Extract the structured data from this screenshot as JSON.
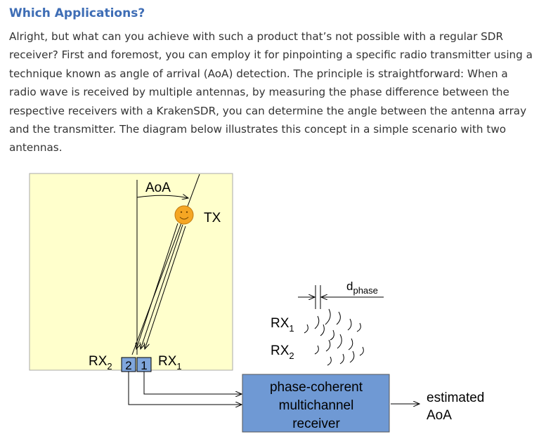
{
  "article": {
    "heading": "Which Applications?",
    "paragraph": "Alright, but what can you achieve with such a product that’s not possible with a regular SDR receiver? First and foremost, you can employ it for pinpointing a specific radio transmitter using a technique known as angle of arrival (AoA) detection. The principle is straightforward: When a radio wave is received by multiple antennas, by measuring the phase difference between the respective receivers with a KrakenSDR, you can determine the angle between the antenna array and the transmitter. The diagram below illustrates this concept in a simple scenario with two antennas."
  },
  "diagram": {
    "aoa_label": "AoA",
    "tx_label": "TX",
    "rx2_main": "RX",
    "rx2_sub": "2",
    "rx1_main": "RX",
    "rx1_sub": "1",
    "antenna_2_number": "2",
    "antenna_1_number": "1",
    "wave_rx1_main": "RX",
    "wave_rx1_sub": "1",
    "wave_rx2_main": "RX",
    "wave_rx2_sub": "2",
    "d_phase_main": "d",
    "d_phase_sub": "phase",
    "receiver_lines": [
      "phase-coherent",
      "multichannel",
      "receiver"
    ],
    "output_lines": [
      "estimated",
      "AoA"
    ],
    "colors": {
      "field_background": "#ffffcc",
      "receiver_box": "#6f99d4",
      "antenna_box": "#7fa6dc",
      "transmitter": "#f5a623"
    }
  }
}
